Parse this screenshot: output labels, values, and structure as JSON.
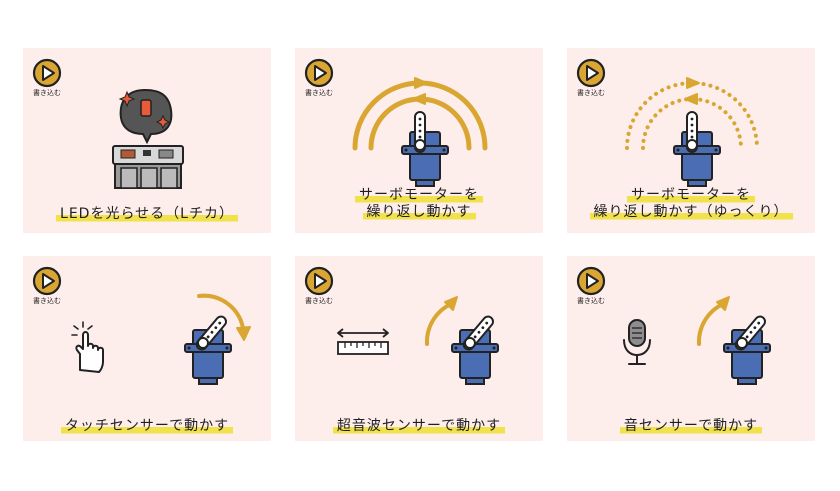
{
  "write_button_label": "書き込む",
  "cards": [
    {
      "caption_lines": [
        "LEDを光らせる（Lチカ）"
      ]
    },
    {
      "caption_lines": [
        "サーボモーターを",
        "繰り返し動かす"
      ]
    },
    {
      "caption_lines": [
        "サーボモーターを",
        "繰り返し動かす（ゆっくり）"
      ]
    },
    {
      "caption_lines": [
        "タッチセンサーで動かす"
      ]
    },
    {
      "caption_lines": [
        "超音波センサーで動かす"
      ]
    },
    {
      "caption_lines": [
        "音センサーで動かす"
      ]
    }
  ],
  "colors": {
    "card_bg": "#fdeeec",
    "accent_gold": "#d9a632",
    "servo_blue": "#4b6db3",
    "highlight_yellow": "#f1e14a",
    "outline": "#222222"
  },
  "icons": [
    "play-icon",
    "microbit-board-icon",
    "servo-motor-icon",
    "arc-arrow-icon",
    "touch-hand-icon",
    "ruler-icon",
    "microphone-icon"
  ]
}
